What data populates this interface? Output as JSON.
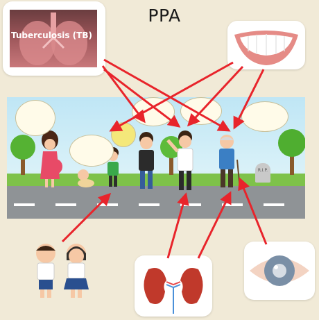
{
  "title": "PPA",
  "cards": {
    "tuberculosis": {
      "label": "Tuberculosis (TB)",
      "icon": "lungs-icon"
    },
    "mouth": {
      "icon": "smile-teeth-icon"
    },
    "kidney": {
      "icon": "kidneys-icon"
    },
    "eye": {
      "icon": "eye-icon"
    },
    "children": {
      "icon": "school-children-icon"
    }
  },
  "scene": {
    "tombstone_text": "R.I.P.",
    "people": [
      "pregnant-woman",
      "baby",
      "child",
      "teen",
      "adult",
      "elderly"
    ]
  },
  "colors": {
    "arrow": "#e8242b",
    "background": "#f1ead7",
    "road": "#8f9396"
  }
}
